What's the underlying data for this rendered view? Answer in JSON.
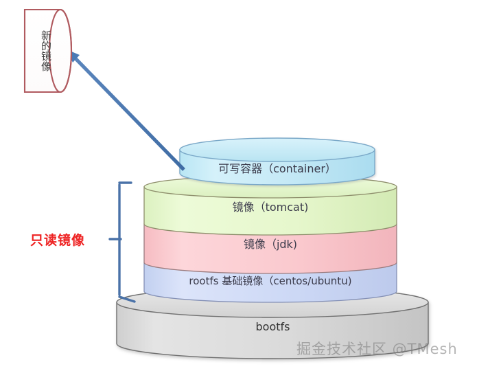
{
  "diagram": {
    "title": "Docker image layer diagram",
    "background_color": "#ffffff",
    "callout": {
      "label": "新的镜像",
      "outline_color": "#b05a5f",
      "fill_color": "#ffffff"
    },
    "annotation": {
      "readonly_label": "只读镜像",
      "readonly_color": "#ee2222",
      "bracket_color": "#4a72a8"
    },
    "arrow": {
      "name": "callout-arrow",
      "color": "#4a7ab5",
      "from": "可写容器（container）",
      "to": "新的镜像"
    },
    "layers": [
      {
        "id": "container",
        "label": "可写容器（container）",
        "fill_color": "#c3e8f5",
        "stroke_color": "#7aa8c8",
        "kind": "writable"
      },
      {
        "id": "tomcat",
        "label": "镜像（tomcat)",
        "fill_color": "#e6f7cc",
        "stroke_color": "#8d8d6b",
        "kind": "read-only"
      },
      {
        "id": "jdk",
        "label": "镜像（jdk)",
        "fill_color": "#fac9ce",
        "stroke_color": "#9a7b7e",
        "kind": "read-only"
      },
      {
        "id": "rootfs",
        "label": "rootfs 基础镜像（centos/ubuntu)",
        "fill_color": "#ccd8f5",
        "stroke_color": "#8490b5",
        "kind": "read-only"
      },
      {
        "id": "bootfs",
        "label": "bootfs",
        "fill_color": "#dcdcdc",
        "stroke_color": "#6f6f6f",
        "kind": "base"
      }
    ],
    "watermark": "掘金技术社区 @TMesh"
  }
}
